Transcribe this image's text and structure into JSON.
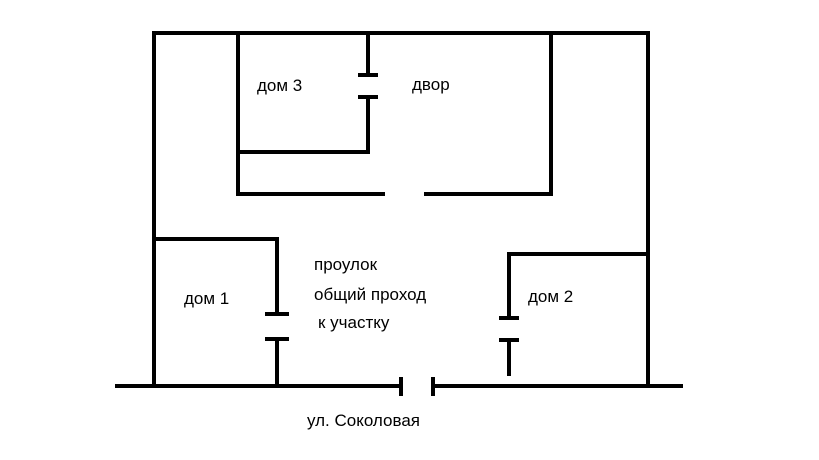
{
  "labels": {
    "house1": "дом 1",
    "house2": "дом 2",
    "house3": "дом 3",
    "yard": "двор",
    "lane_line1": "проулок",
    "lane_line2": "общий проход",
    "lane_line3": "к участку",
    "street": "ул. Соколовая"
  },
  "colors": {
    "line": "#000000",
    "background": "#ffffff"
  }
}
